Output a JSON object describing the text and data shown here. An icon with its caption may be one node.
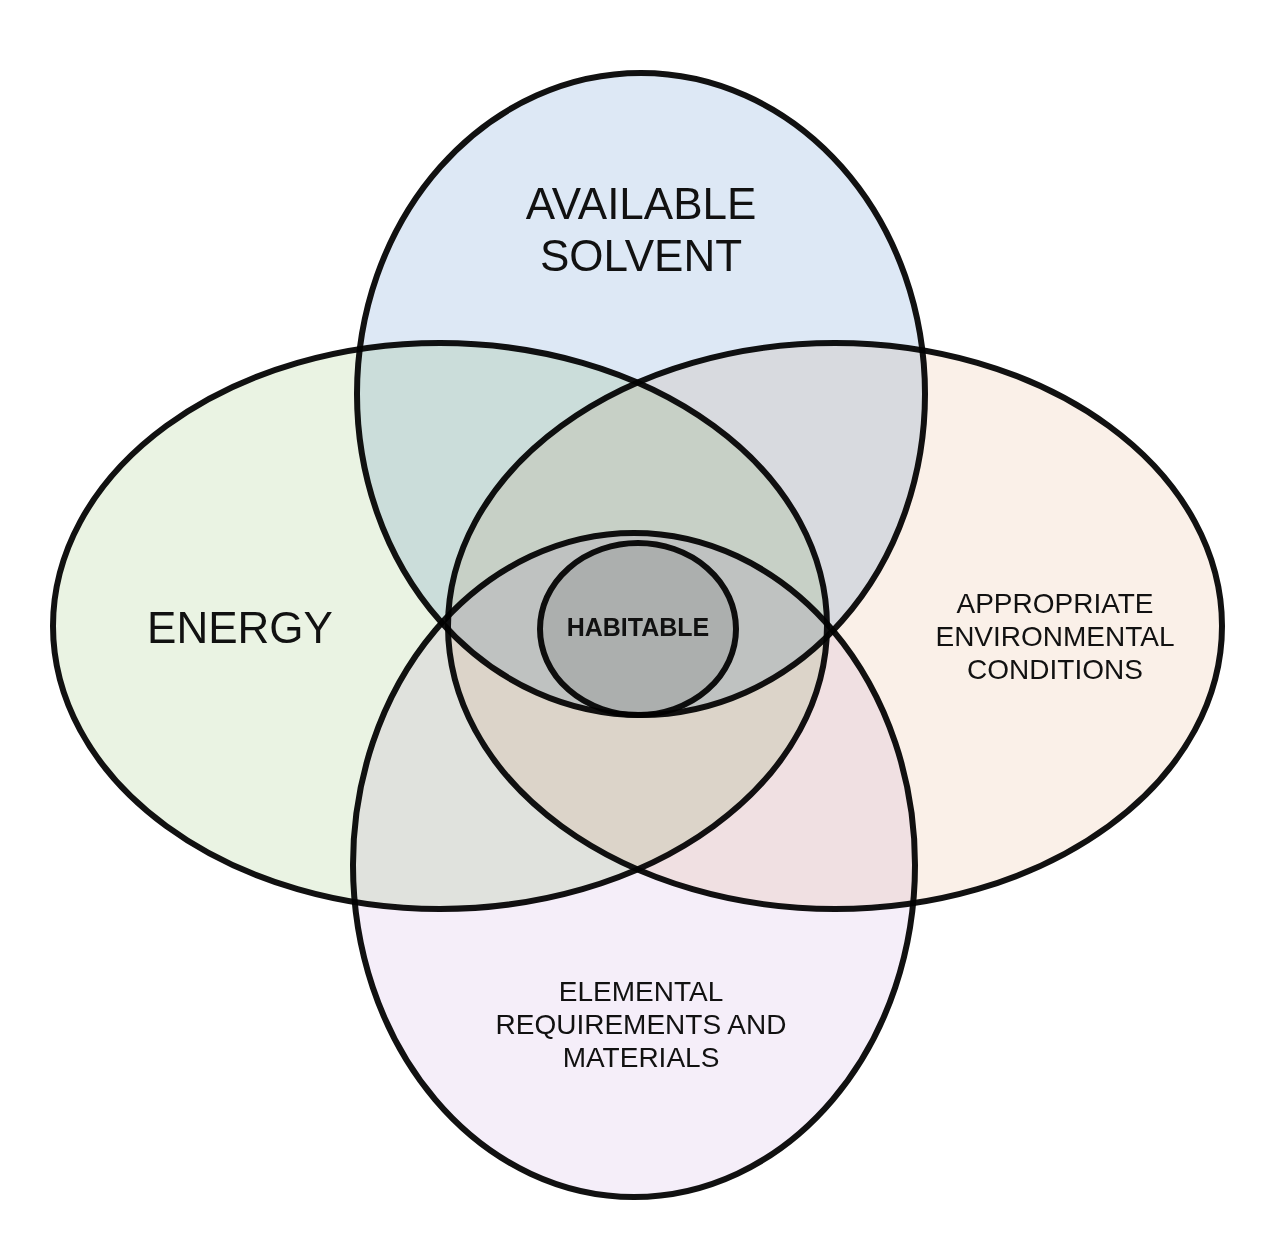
{
  "diagram": {
    "nodes": [
      {
        "text": [
          "AVAILABLE SOLVENT"
        ]
      },
      {
        "text": [
          "ENERGY"
        ]
      },
      {
        "text": [
          "APPROPRIATE ENVIRONMENTAL CONDITIONS"
        ]
      },
      {
        "text": [
          "ELEMENTAL REQUIREMENTS AND MATERIALS"
        ]
      },
      {
        "text": [
          "HABITABLE"
        ]
      }
    ]
  }
}
